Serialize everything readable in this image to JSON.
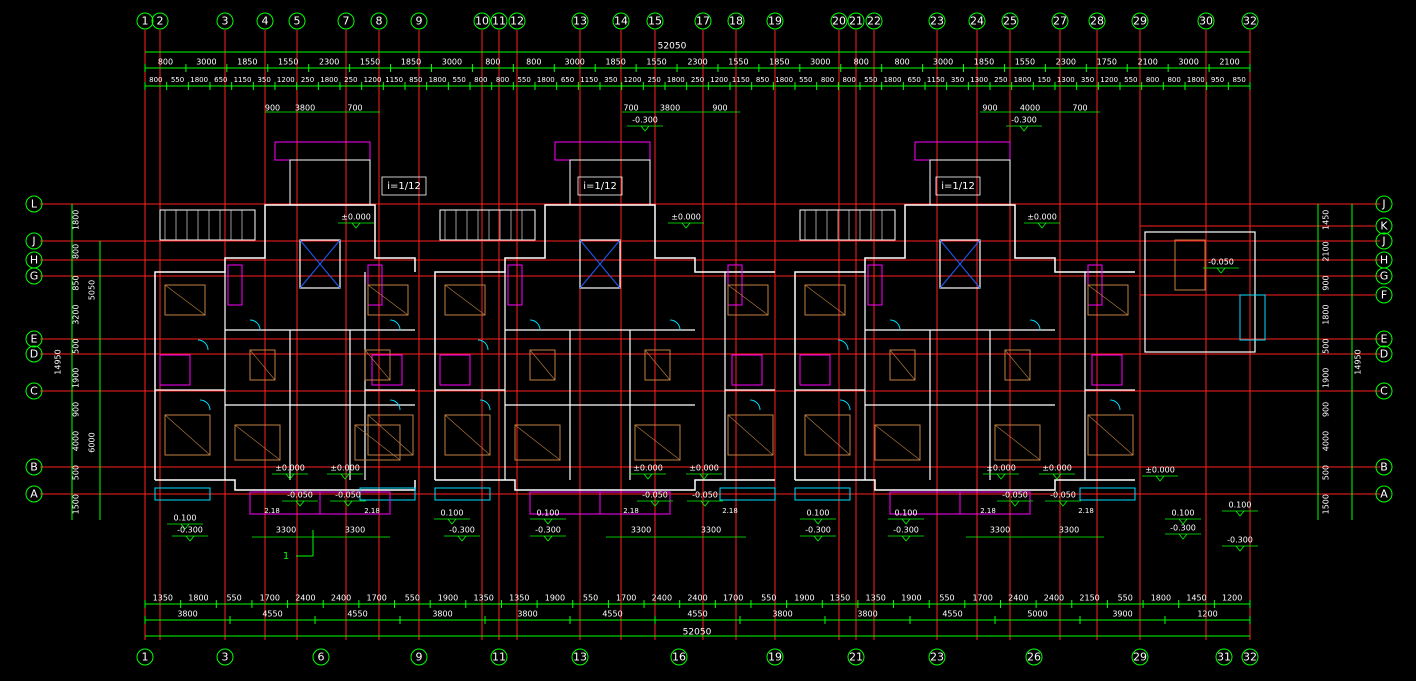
{
  "colors": {
    "background": "#000000",
    "axis_line": "#ff2020",
    "dimension": "#00ff00",
    "dim_text": "#ffffff",
    "bubble": "#00ff00",
    "wall": "#ffffff",
    "furniture": "#c08040",
    "fixture": "#ff00ff",
    "glazing": "#00e0ff",
    "stair": "#2060ff",
    "elevation": "#00ff00"
  },
  "overall_dimension": "52050",
  "top_axes": [
    "1",
    "2",
    "3",
    "4",
    "5",
    "7",
    "8",
    "9",
    "10",
    "11",
    "12",
    "13",
    "14",
    "15",
    "17",
    "18",
    "19",
    "20",
    "21",
    "22",
    "23",
    "24",
    "25",
    "27",
    "28",
    "29",
    "30",
    "32"
  ],
  "bottom_axes": [
    "1",
    "3",
    "6",
    "9",
    "11",
    "13",
    "16",
    "19",
    "21",
    "23",
    "26",
    "29",
    "31",
    "32"
  ],
  "row_axes_left": [
    "L",
    "J",
    "H",
    "G",
    "E",
    "D",
    "C",
    "B",
    "A"
  ],
  "row_axes_right": [
    "J",
    "K",
    "J",
    "H",
    "G",
    "F",
    "E",
    "D",
    "C",
    "B",
    "A"
  ],
  "top_dims_row1": [
    "800",
    "3000",
    "1850",
    "1550",
    "2300",
    "1550",
    "1850",
    "3000",
    "800",
    "800",
    "3000",
    "1850",
    "1550",
    "2300",
    "1550",
    "1850",
    "3000",
    "800",
    "800",
    "3000",
    "1850",
    "1550",
    "2300",
    "1750",
    "2100",
    "3000",
    "2100"
  ],
  "top_dims_row2": [
    "800",
    "550",
    "1800",
    "650",
    "1150",
    "350",
    "1200",
    "250",
    "1800",
    "250",
    "1200",
    "1150",
    "850",
    "1800",
    "550",
    "800",
    "800",
    "550",
    "1800",
    "650",
    "1150",
    "350",
    "1200",
    "250",
    "1800",
    "250",
    "1200",
    "1150",
    "850",
    "1800",
    "550",
    "800",
    "800",
    "550",
    "1800",
    "650",
    "1150",
    "350",
    "1300",
    "250",
    "1800",
    "150",
    "1300",
    "350",
    "1200",
    "550",
    "800",
    "800",
    "1800",
    "950",
    "850"
  ],
  "bottom_dims_row1": [
    "1350",
    "1800",
    "550",
    "1700",
    "2400",
    "2400",
    "1700",
    "550",
    "1900",
    "1350",
    "1350",
    "1900",
    "550",
    "1700",
    "2400",
    "2400",
    "1700",
    "550",
    "1900",
    "1350",
    "1350",
    "1900",
    "550",
    "1700",
    "2400",
    "2400",
    "2150",
    "550",
    "1800",
    "1450",
    "1200"
  ],
  "bottom_dims_row2": [
    "3800",
    "4550",
    "4550",
    "3800",
    "3800",
    "4550",
    "4550",
    "3800",
    "3800",
    "4550",
    "5000",
    "3900",
    "1200"
  ],
  "left_dims_inner": [
    "1800",
    "800",
    "850",
    "3200",
    "500",
    "1900",
    "900",
    "4000",
    "500",
    "1500"
  ],
  "left_dims_outer": [
    "5050",
    "14950",
    "6000"
  ],
  "right_dims_inner": [
    "1450",
    "2100",
    "900",
    "1800",
    "500",
    "1900",
    "900",
    "4000",
    "500",
    "1500"
  ],
  "right_dims_outer": [
    "14950"
  ],
  "elevations": [
    "±0.000",
    "±0.000",
    "±0.000",
    "±0.000",
    "±0.000",
    "±0.000",
    "±0.000",
    "±0.000",
    "±0.000",
    "±0.000",
    "-0.050",
    "-0.050",
    "-0.050",
    "-0.050",
    "-0.050",
    "-0.050",
    "-0.050",
    "0.100",
    "0.100",
    "0.100",
    "0.100",
    "0.100",
    "0.100",
    "0.100",
    "-0.300",
    "-0.300",
    "-0.300",
    "-0.300",
    "-0.300",
    "-0.300",
    "-0.300",
    "-0.300",
    "-0.300"
  ],
  "balcony_dims": [
    "3300",
    "3300",
    "3300",
    "3300",
    "3300",
    "3300"
  ],
  "entry_dims": [
    "900",
    "3800",
    "700",
    "700",
    "3800",
    "900",
    "900",
    "4000",
    "700"
  ],
  "ramp_labels": [
    "i=1/12",
    "i=1/12",
    "i=1/12"
  ],
  "section_mark": "1",
  "floor_heights": [
    "2.18",
    "2.18",
    "2.18",
    "2.18",
    "2.18",
    "2.18"
  ]
}
